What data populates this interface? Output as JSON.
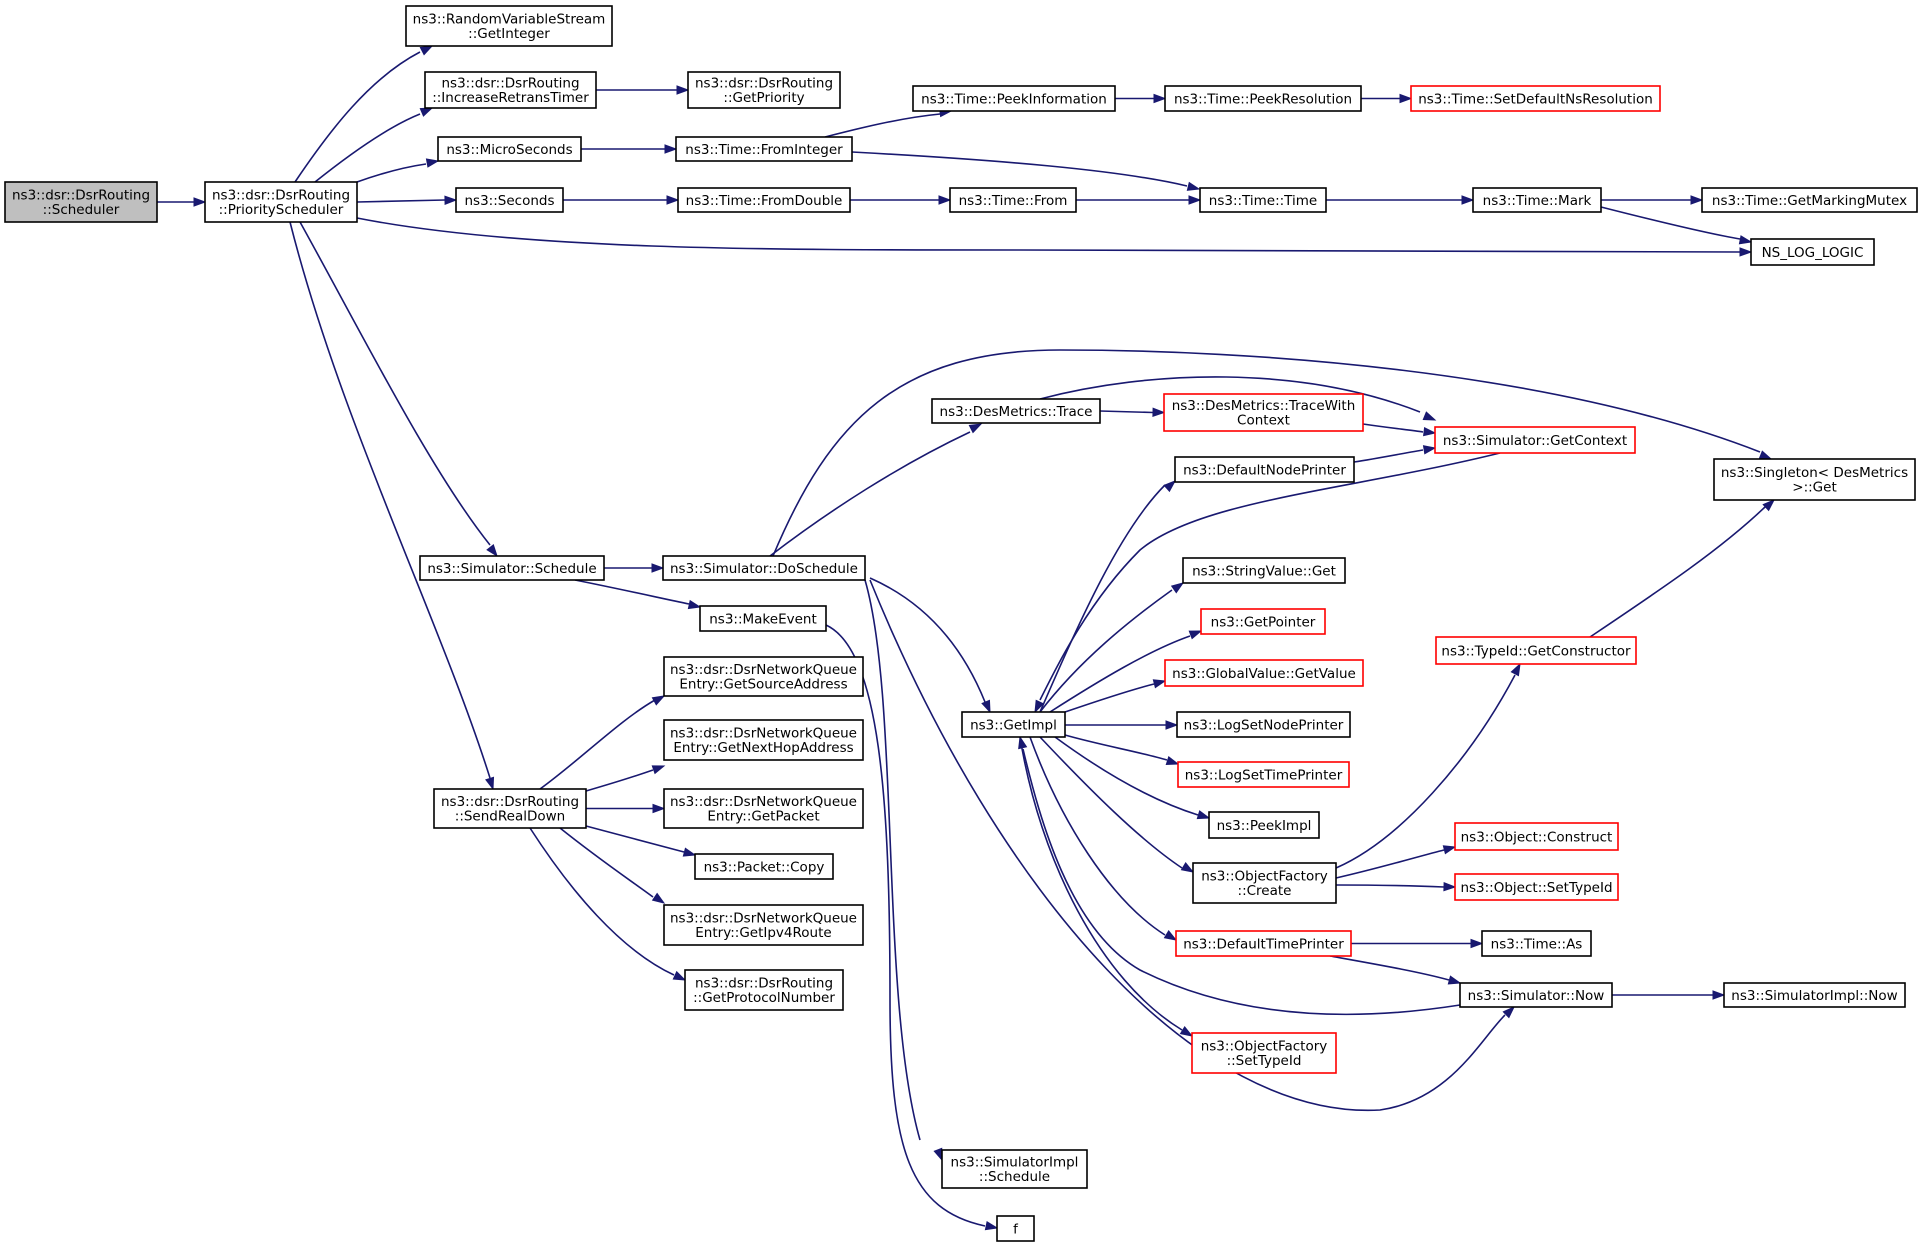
{
  "colors": {
    "edge": "#191970",
    "node_border": "#000000",
    "node_border_truncated": "#ff0000",
    "node_fill": "#ffffff",
    "root_fill": "#bfbfbf"
  },
  "nodes": [
    {
      "id": "scheduler",
      "lines": [
        "ns3::dsr::DsrRouting",
        "::Scheduler"
      ],
      "style": "root"
    },
    {
      "id": "priority_scheduler",
      "lines": [
        "ns3::dsr::DsrRouting",
        "::PriorityScheduler"
      ],
      "style": "normal"
    },
    {
      "id": "rvs_getinteger",
      "lines": [
        "ns3::RandomVariableStream",
        "::GetInteger"
      ],
      "style": "normal"
    },
    {
      "id": "increase_retrans",
      "lines": [
        "ns3::dsr::DsrRouting",
        "::IncreaseRetransTimer"
      ],
      "style": "normal"
    },
    {
      "id": "get_priority",
      "lines": [
        "ns3::dsr::DsrRouting",
        "::GetPriority"
      ],
      "style": "normal"
    },
    {
      "id": "microseconds",
      "lines": [
        "ns3::MicroSeconds"
      ],
      "style": "normal"
    },
    {
      "id": "seconds",
      "lines": [
        "ns3::Seconds"
      ],
      "style": "normal"
    },
    {
      "id": "time_frominteger",
      "lines": [
        "ns3::Time::FromInteger"
      ],
      "style": "normal"
    },
    {
      "id": "time_fromdouble",
      "lines": [
        "ns3::Time::FromDouble"
      ],
      "style": "normal"
    },
    {
      "id": "time_peekinformation",
      "lines": [
        "ns3::Time::PeekInformation"
      ],
      "style": "normal"
    },
    {
      "id": "time_peekresolution",
      "lines": [
        "ns3::Time::PeekResolution"
      ],
      "style": "normal"
    },
    {
      "id": "time_setdefaultns",
      "lines": [
        "ns3::Time::SetDefaultNsResolution"
      ],
      "style": "truncated"
    },
    {
      "id": "time_from",
      "lines": [
        "ns3::Time::From"
      ],
      "style": "normal"
    },
    {
      "id": "time_time",
      "lines": [
        "ns3::Time::Time"
      ],
      "style": "normal"
    },
    {
      "id": "time_mark",
      "lines": [
        "ns3::Time::Mark"
      ],
      "style": "normal"
    },
    {
      "id": "time_getmarkingmutex",
      "lines": [
        "ns3::Time::GetMarkingMutex"
      ],
      "style": "normal"
    },
    {
      "id": "ns_log_logic",
      "lines": [
        "NS_LOG_LOGIC"
      ],
      "style": "normal"
    },
    {
      "id": "desmetrics_trace",
      "lines": [
        "ns3::DesMetrics::Trace"
      ],
      "style": "normal"
    },
    {
      "id": "desmetrics_tracewithcontext",
      "lines": [
        "ns3::DesMetrics::TraceWith",
        "Context"
      ],
      "style": "truncated"
    },
    {
      "id": "simulator_getcontext",
      "lines": [
        "ns3::Simulator::GetContext"
      ],
      "style": "truncated"
    },
    {
      "id": "default_node_printer",
      "lines": [
        "ns3::DefaultNodePrinter"
      ],
      "style": "normal"
    },
    {
      "id": "singleton_get",
      "lines": [
        "ns3::Singleton< DesMetrics",
        " >::Get"
      ],
      "style": "normal"
    },
    {
      "id": "simulator_schedule",
      "lines": [
        "ns3::Simulator::Schedule"
      ],
      "style": "normal"
    },
    {
      "id": "simulator_doschedule",
      "lines": [
        "ns3::Simulator::DoSchedule"
      ],
      "style": "normal"
    },
    {
      "id": "make_event",
      "lines": [
        "ns3::MakeEvent"
      ],
      "style": "normal"
    },
    {
      "id": "stringvalue_get",
      "lines": [
        "ns3::StringValue::Get"
      ],
      "style": "normal"
    },
    {
      "id": "get_pointer",
      "lines": [
        "ns3::GetPointer"
      ],
      "style": "truncated"
    },
    {
      "id": "globalvalue_getvalue",
      "lines": [
        "ns3::GlobalValue::GetValue"
      ],
      "style": "truncated"
    },
    {
      "id": "get_impl",
      "lines": [
        "ns3::GetImpl"
      ],
      "style": "normal"
    },
    {
      "id": "log_set_node_printer",
      "lines": [
        "ns3::LogSetNodePrinter"
      ],
      "style": "normal"
    },
    {
      "id": "log_set_time_printer",
      "lines": [
        "ns3::LogSetTimePrinter"
      ],
      "style": "truncated"
    },
    {
      "id": "peek_impl",
      "lines": [
        "ns3::PeekImpl"
      ],
      "style": "normal"
    },
    {
      "id": "typeid_getconstructor",
      "lines": [
        "ns3::TypeId::GetConstructor"
      ],
      "style": "truncated"
    },
    {
      "id": "objectfactory_create",
      "lines": [
        "ns3::ObjectFactory",
        "::Create"
      ],
      "style": "normal"
    },
    {
      "id": "object_construct",
      "lines": [
        "ns3::Object::Construct"
      ],
      "style": "truncated"
    },
    {
      "id": "object_settypeid",
      "lines": [
        "ns3::Object::SetTypeId"
      ],
      "style": "truncated"
    },
    {
      "id": "default_time_printer",
      "lines": [
        "ns3::DefaultTimePrinter"
      ],
      "style": "truncated"
    },
    {
      "id": "time_as",
      "lines": [
        "ns3::Time::As"
      ],
      "style": "normal"
    },
    {
      "id": "simulator_now",
      "lines": [
        "ns3::Simulator::Now"
      ],
      "style": "normal"
    },
    {
      "id": "simulatorimpl_now",
      "lines": [
        "ns3::SimulatorImpl::Now"
      ],
      "style": "normal"
    },
    {
      "id": "objectfactory_settypeid",
      "lines": [
        "ns3::ObjectFactory",
        "::SetTypeId"
      ],
      "style": "truncated"
    },
    {
      "id": "send_real_down",
      "lines": [
        "ns3::dsr::DsrRouting",
        "::SendRealDown"
      ],
      "style": "normal"
    },
    {
      "id": "get_source_address",
      "lines": [
        "ns3::dsr::DsrNetworkQueue",
        "Entry::GetSourceAddress"
      ],
      "style": "normal"
    },
    {
      "id": "get_next_hop_address",
      "lines": [
        "ns3::dsr::DsrNetworkQueue",
        "Entry::GetNextHopAddress"
      ],
      "style": "normal"
    },
    {
      "id": "get_packet",
      "lines": [
        "ns3::dsr::DsrNetworkQueue",
        "Entry::GetPacket"
      ],
      "style": "normal"
    },
    {
      "id": "packet_copy",
      "lines": [
        "ns3::Packet::Copy"
      ],
      "style": "normal"
    },
    {
      "id": "get_ipv4_route",
      "lines": [
        "ns3::dsr::DsrNetworkQueue",
        "Entry::GetIpv4Route"
      ],
      "style": "normal"
    },
    {
      "id": "get_protocol_number",
      "lines": [
        "ns3::dsr::DsrRouting",
        "::GetProtocolNumber"
      ],
      "style": "normal"
    },
    {
      "id": "simulatorimpl_schedule",
      "lines": [
        "ns3::SimulatorImpl",
        "::Schedule"
      ],
      "style": "normal"
    },
    {
      "id": "f",
      "lines": [
        "f"
      ],
      "style": "normal"
    }
  ],
  "edges": [
    {
      "from": "scheduler",
      "to": "priority_scheduler"
    },
    {
      "from": "priority_scheduler",
      "to": "rvs_getinteger"
    },
    {
      "from": "priority_scheduler",
      "to": "increase_retrans"
    },
    {
      "from": "priority_scheduler",
      "to": "microseconds"
    },
    {
      "from": "priority_scheduler",
      "to": "seconds"
    },
    {
      "from": "priority_scheduler",
      "to": "ns_log_logic"
    },
    {
      "from": "priority_scheduler",
      "to": "simulator_schedule"
    },
    {
      "from": "priority_scheduler",
      "to": "send_real_down"
    },
    {
      "from": "increase_retrans",
      "to": "get_priority"
    },
    {
      "from": "microseconds",
      "to": "time_frominteger"
    },
    {
      "from": "seconds",
      "to": "time_fromdouble"
    },
    {
      "from": "time_frominteger",
      "to": "time_peekinformation"
    },
    {
      "from": "time_frominteger",
      "to": "time_time"
    },
    {
      "from": "time_peekinformation",
      "to": "time_peekresolution"
    },
    {
      "from": "time_peekresolution",
      "to": "time_setdefaultns"
    },
    {
      "from": "time_fromdouble",
      "to": "time_from"
    },
    {
      "from": "time_from",
      "to": "time_time"
    },
    {
      "from": "time_time",
      "to": "time_mark"
    },
    {
      "from": "time_mark",
      "to": "time_getmarkingmutex"
    },
    {
      "from": "time_mark",
      "to": "ns_log_logic"
    },
    {
      "from": "simulator_schedule",
      "to": "simulator_doschedule"
    },
    {
      "from": "simulator_schedule",
      "to": "make_event"
    },
    {
      "from": "simulator_doschedule",
      "to": "desmetrics_trace"
    },
    {
      "from": "simulator_doschedule",
      "to": "singleton_get"
    },
    {
      "from": "simulator_doschedule",
      "to": "get_impl"
    },
    {
      "from": "simulator_doschedule",
      "to": "simulator_now"
    },
    {
      "from": "simulator_doschedule",
      "to": "simulatorimpl_schedule"
    },
    {
      "from": "make_event",
      "to": "f"
    },
    {
      "from": "desmetrics_trace",
      "to": "desmetrics_tracewithcontext"
    },
    {
      "from": "desmetrics_trace",
      "to": "simulator_getcontext"
    },
    {
      "from": "desmetrics_tracewithcontext",
      "to": "simulator_getcontext"
    },
    {
      "from": "default_node_printer",
      "to": "simulator_getcontext"
    },
    {
      "from": "simulator_getcontext",
      "to": "get_impl"
    },
    {
      "from": "get_impl",
      "to": "default_node_printer"
    },
    {
      "from": "get_impl",
      "to": "stringvalue_get"
    },
    {
      "from": "get_impl",
      "to": "get_pointer"
    },
    {
      "from": "get_impl",
      "to": "globalvalue_getvalue"
    },
    {
      "from": "get_impl",
      "to": "log_set_node_printer"
    },
    {
      "from": "get_impl",
      "to": "log_set_time_printer"
    },
    {
      "from": "get_impl",
      "to": "peek_impl"
    },
    {
      "from": "get_impl",
      "to": "objectfactory_create"
    },
    {
      "from": "get_impl",
      "to": "default_time_printer"
    },
    {
      "from": "get_impl",
      "to": "objectfactory_settypeid"
    },
    {
      "from": "objectfactory_create",
      "to": "typeid_getconstructor"
    },
    {
      "from": "objectfactory_create",
      "to": "object_construct"
    },
    {
      "from": "objectfactory_create",
      "to": "object_settypeid"
    },
    {
      "from": "typeid_getconstructor",
      "to": "singleton_get"
    },
    {
      "from": "default_time_printer",
      "to": "time_as"
    },
    {
      "from": "default_time_printer",
      "to": "simulator_now"
    },
    {
      "from": "simulator_now",
      "to": "get_impl"
    },
    {
      "from": "simulator_now",
      "to": "simulatorimpl_now"
    },
    {
      "from": "send_real_down",
      "to": "get_source_address"
    },
    {
      "from": "send_real_down",
      "to": "get_next_hop_address"
    },
    {
      "from": "send_real_down",
      "to": "get_packet"
    },
    {
      "from": "send_real_down",
      "to": "packet_copy"
    },
    {
      "from": "send_real_down",
      "to": "get_ipv4_route"
    },
    {
      "from": "send_real_down",
      "to": "get_protocol_number"
    }
  ]
}
